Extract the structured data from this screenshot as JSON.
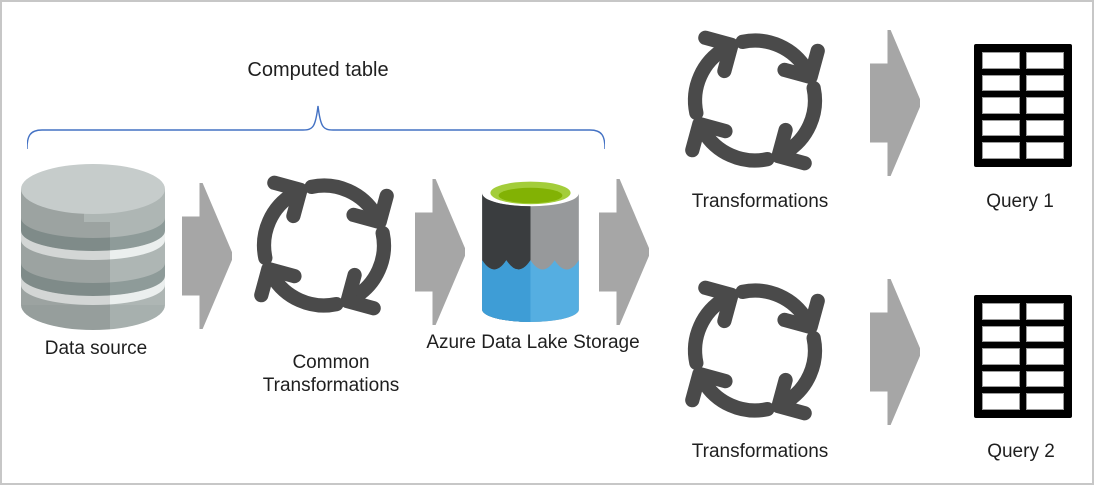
{
  "diagram": {
    "description": "Dataflow computed-table diagram",
    "labels": {
      "computed_table": "Computed table",
      "data_source": "Data source",
      "common_line1": "Common",
      "common_line2": "Transformations",
      "adls": "Azure Data Lake Storage",
      "transformations_top": "Transformations",
      "query_1": "Query 1",
      "transformations_bottom": "Transformations",
      "query_2": "Query 2"
    },
    "icons": [
      "database-cylinder-icon",
      "flow-arrow-icon",
      "sync-arrows-icon",
      "azure-data-lake-storage-icon",
      "table-grid-icon",
      "curly-brace"
    ],
    "colors": {
      "brace_blue": "#4472C4",
      "arrow_gray": "#A6A6A6",
      "sync_dark_gray": "#4A4A4A",
      "text": "#1F1F1F",
      "border_gray": "#C7C7C7",
      "table_black": "#000000",
      "db_body": "#AEB6B4",
      "db_top": "#C6CCCB",
      "db_groove_dark": "#8E9B99",
      "db_groove_light": "#EBEFEE",
      "adls_green": "#A3CD3A",
      "adls_green_dark": "#82B204",
      "adls_gray_left": "#3A3D3F",
      "adls_gray_right": "#97999B",
      "adls_blue_left": "#3E9DD6",
      "adls_blue_right": "#55AEE1"
    }
  }
}
